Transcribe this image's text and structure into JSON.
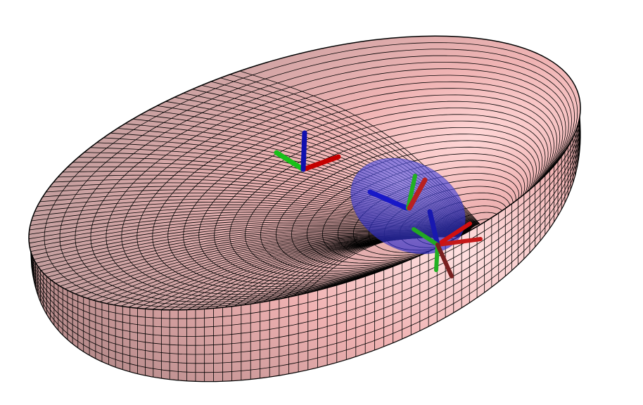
{
  "scene": {
    "background": "#ffffff",
    "outer_surface": {
      "shape": "half-ellipsoid-bowl",
      "mesh": "wireframe",
      "fill_color": "#f2b9b9",
      "inner_shade_color": "#c99a9a",
      "highlight_color": "#ffe6e6",
      "wire_color": "#000000"
    },
    "inner_sphere": {
      "shape": "translucent-ellipsoid",
      "fill_color": "#3a3adf",
      "opacity": 0.65
    },
    "frames": [
      {
        "name": "world-frame",
        "axes": [
          "x-red",
          "y-green",
          "z-blue"
        ]
      },
      {
        "name": "sphere-frame",
        "axes": [
          "x-red",
          "y-green",
          "z-blue"
        ]
      },
      {
        "name": "contact-frame",
        "axes": [
          "x-red",
          "y-green",
          "z-blue"
        ]
      }
    ],
    "axis_colors": {
      "x": "#d10000",
      "y": "#10c010",
      "z": "#1010d0"
    }
  }
}
